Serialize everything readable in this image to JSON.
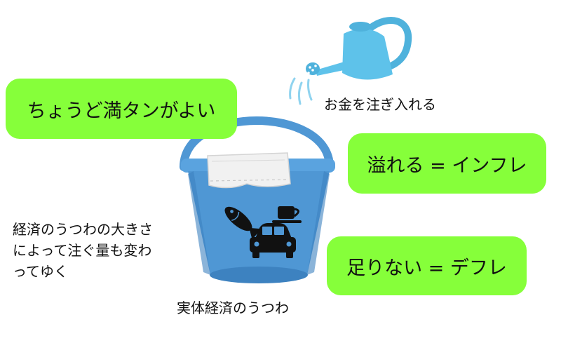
{
  "diagram": {
    "boxes": {
      "full": "ちょうど満タンがよい",
      "overflow": "溢れる = インフレ",
      "shortage": "足りない = デフレ"
    },
    "labels": {
      "pour": "お金を注ぎ入れる",
      "vessel": "実体経済のうつわ",
      "size_note": [
        "経済のうつわの大きさ",
        "によって注ぐ量も変わ",
        "ってゆく"
      ]
    },
    "icons": [
      "watering-can-icon",
      "bucket-icon",
      "fish-icon",
      "cup-icon",
      "car-icon",
      "towel-icon"
    ],
    "colors": {
      "box": "#86ff3a",
      "bucket": "#4f97d4",
      "bucket_dark": "#3d82c0",
      "watering_can": "#5ec2ea"
    }
  }
}
